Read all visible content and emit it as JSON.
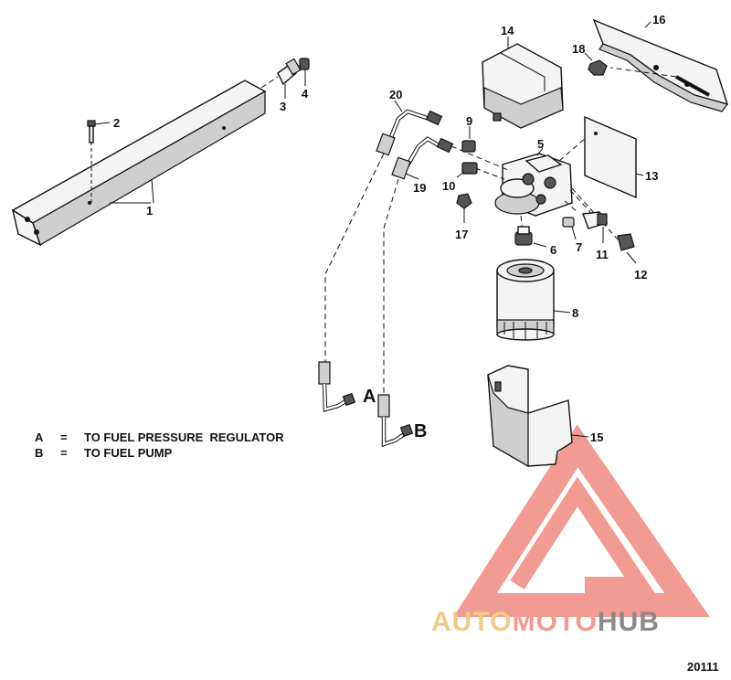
{
  "callouts": {
    "c1": "1",
    "c2": "2",
    "c3": "3",
    "c4": "4",
    "c5": "5",
    "c6": "6",
    "c7": "7",
    "c8": "8",
    "c9": "9",
    "c10": "10",
    "c11": "11",
    "c12": "12",
    "c13": "13",
    "c14": "14",
    "c15": "15",
    "c16": "16",
    "c17": "17",
    "c18": "18",
    "c19": "19",
    "c20": "20"
  },
  "connections": {
    "a": "A",
    "b": "B"
  },
  "legend": [
    {
      "key": "A",
      "eq": "=",
      "text": "TO FUEL PRESSURE  REGULATOR"
    },
    {
      "key": "B",
      "eq": "=",
      "text": "TO FUEL PUMP"
    }
  ],
  "watermark": {
    "part1": "AUTO",
    "part2": "MOTO",
    "part3": "HUB",
    "color_auto": "#f3c98a",
    "color_moto": "#f29a8e",
    "color_hub": "#8a8a8a",
    "triangle_color": "#f08a80",
    "icon": "logo-triangle-icon"
  },
  "drawing_number": "20111"
}
